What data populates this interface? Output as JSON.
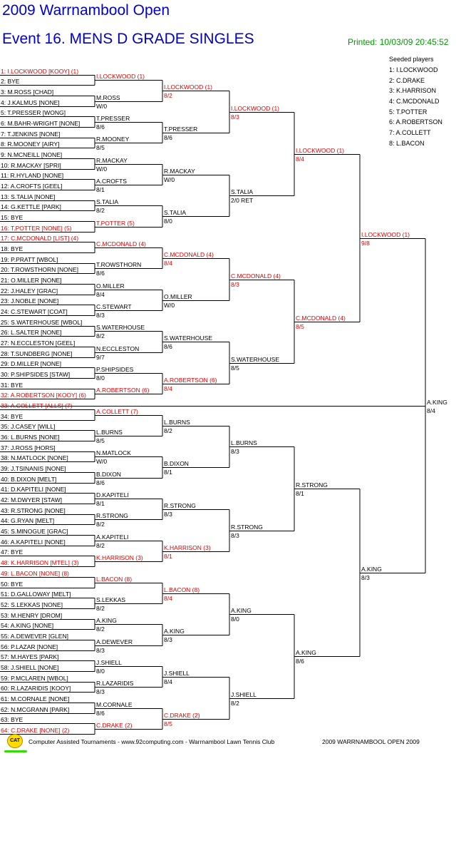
{
  "header": {
    "title": "2009 Warrnambool Open",
    "event": "Event 16. MENS D GRADE SINGLES",
    "printed": "Printed: 10/03/09 20:45:52"
  },
  "seeded": {
    "title": "Seeded players",
    "items": [
      "1: I.LOCKWOOD",
      "2: C.DRAKE",
      "3: K.HARRISON",
      "4: C.MCDONALD",
      "5: T.POTTER",
      "6: A.ROBERTSON",
      "7: A.COLLETT",
      "8: L.BACON"
    ]
  },
  "colors": {
    "title": "#0000cc",
    "seed": "#dd0000",
    "printed": "#009900",
    "line": "#000000"
  },
  "draw": [
    {
      "label": "1: I.LOCKWOOD [KOOY] (1)",
      "seed": true
    },
    {
      "label": "2: BYE",
      "seed": false
    },
    {
      "label": "3: M.ROSS [CHAD]",
      "seed": false
    },
    {
      "label": "4: J.KALMUS [NONE]",
      "seed": false
    },
    {
      "label": "5: T.PRESSER [WONG]",
      "seed": false
    },
    {
      "label": "6: M.BAHR-WRIGHT [NONE]",
      "seed": false
    },
    {
      "label": "7: T.JENKINS [NONE]",
      "seed": false
    },
    {
      "label": "8: R.MOONEY [AIRY]",
      "seed": false
    },
    {
      "label": "9: N.MCNEILL [NONE]",
      "seed": false
    },
    {
      "label": "10: R.MACKAY [SPRI]",
      "seed": false
    },
    {
      "label": "11: R.HYLAND [NONE]",
      "seed": false
    },
    {
      "label": "12: A.CROFTS [GEEL]",
      "seed": false
    },
    {
      "label": "13: S.TALIA [NONE]",
      "seed": false
    },
    {
      "label": "14: G.KETTLE [PARK]",
      "seed": false
    },
    {
      "label": "15: BYE",
      "seed": false
    },
    {
      "label": "16: T.POTTER [NONE] (5)",
      "seed": true
    },
    {
      "label": "17: C.MCDONALD [LIST] (4)",
      "seed": true
    },
    {
      "label": "18: BYE",
      "seed": false
    },
    {
      "label": "19: P.PRATT [WBOL]",
      "seed": false
    },
    {
      "label": "20: T.ROWSTHORN [NONE]",
      "seed": false
    },
    {
      "label": "21: O.MILLER [NONE]",
      "seed": false
    },
    {
      "label": "22: J.HALEY [GRAC]",
      "seed": false
    },
    {
      "label": "23: J.NOBLE [NONE]",
      "seed": false
    },
    {
      "label": "24: C.STEWART [COAT]",
      "seed": false
    },
    {
      "label": "25: S.WATERHOUSE [WBOL]",
      "seed": false
    },
    {
      "label": "26: L.SALTER [NONE]",
      "seed": false
    },
    {
      "label": "27: N.ECCLESTON [GEEL]",
      "seed": false
    },
    {
      "label": "28: T.SUNDBERG [NONE]",
      "seed": false
    },
    {
      "label": "29: D.MILLER [NONE]",
      "seed": false
    },
    {
      "label": "30: P.SHIPSIDES [STAW]",
      "seed": false
    },
    {
      "label": "31: BYE",
      "seed": false
    },
    {
      "label": "32: A.ROBERTSON [KOOY] (6)",
      "seed": true
    },
    {
      "label": "33: A.COLLETT [ALLS] (7)",
      "seed": true
    },
    {
      "label": "34: BYE",
      "seed": false
    },
    {
      "label": "35: J.CASEY [WILL]",
      "seed": false
    },
    {
      "label": "36: L.BURNS [NONE]",
      "seed": false
    },
    {
      "label": "37: J.ROSS [HORS]",
      "seed": false
    },
    {
      "label": "38: N.MATLOCK [NONE]",
      "seed": false
    },
    {
      "label": "39: J.TSINANIS [NONE]",
      "seed": false
    },
    {
      "label": "40: B.DIXON [MELT]",
      "seed": false
    },
    {
      "label": "41: D.KAPITELI [NONE]",
      "seed": false
    },
    {
      "label": "42: M.DWYER [STAW]",
      "seed": false
    },
    {
      "label": "43: R.STRONG [NONE]",
      "seed": false
    },
    {
      "label": "44: G.RYAN [MELT]",
      "seed": false
    },
    {
      "label": "45: S.MINOGUE [GRAC]",
      "seed": false
    },
    {
      "label": "46: A.KAPITELI [NONE]",
      "seed": false
    },
    {
      "label": "47: BYE",
      "seed": false
    },
    {
      "label": "48: K.HARRISON [MTEL] (3)",
      "seed": true
    },
    {
      "label": "49: L.BACON [NONE] (8)",
      "seed": true
    },
    {
      "label": "50: BYE",
      "seed": false
    },
    {
      "label": "51: D.GALLOWAY [MELT]",
      "seed": false
    },
    {
      "label": "52: S.LEKKAS [NONE]",
      "seed": false
    },
    {
      "label": "53: M.HENRY [DROM]",
      "seed": false
    },
    {
      "label": "54: A.KING [NONE]",
      "seed": false
    },
    {
      "label": "55: A.DEWEVER [GLEN]",
      "seed": false
    },
    {
      "label": "56: P.LAZAR [NONE]",
      "seed": false
    },
    {
      "label": "57: M.HAYES [PARK]",
      "seed": false
    },
    {
      "label": "58: J.SHIELL [NONE]",
      "seed": false
    },
    {
      "label": "59: P.MCLAREN [WBOL]",
      "seed": false
    },
    {
      "label": "60: R.LAZARIDIS [KOOY]",
      "seed": false
    },
    {
      "label": "61: M.CORNALE [NONE]",
      "seed": false
    },
    {
      "label": "62: N.MCGRANN [PARK]",
      "seed": false
    },
    {
      "label": "63: BYE",
      "seed": false
    },
    {
      "label": "64: C.DRAKE [NONE] (2)",
      "seed": true
    }
  ],
  "rounds": [
    [
      {
        "name": "I.LOCKWOOD (1)",
        "score": "",
        "seed": true
      },
      {
        "name": "M.ROSS",
        "score": "W/0",
        "seed": false
      },
      {
        "name": "T.PRESSER",
        "score": "8/6",
        "seed": false
      },
      {
        "name": "R.MOONEY",
        "score": "8/5",
        "seed": false
      },
      {
        "name": "R.MACKAY",
        "score": "W/0",
        "seed": false
      },
      {
        "name": "A.CROFTS",
        "score": "8/1",
        "seed": false
      },
      {
        "name": "S.TALIA",
        "score": "8/2",
        "seed": false
      },
      {
        "name": "T.POTTER (5)",
        "score": "",
        "seed": true
      },
      {
        "name": "C.MCDONALD (4)",
        "score": "",
        "seed": true
      },
      {
        "name": "T.ROWSTHORN",
        "score": "8/6",
        "seed": false
      },
      {
        "name": "O.MILLER",
        "score": "8/4",
        "seed": false
      },
      {
        "name": "C.STEWART",
        "score": "8/3",
        "seed": false
      },
      {
        "name": "S.WATERHOUSE",
        "score": "8/2",
        "seed": false
      },
      {
        "name": "N.ECCLESTON",
        "score": "9/7",
        "seed": false
      },
      {
        "name": "P.SHIPSIDES",
        "score": "8/0",
        "seed": false
      },
      {
        "name": "A.ROBERTSON (6)",
        "score": "",
        "seed": true
      },
      {
        "name": "A.COLLETT (7)",
        "score": "",
        "seed": true
      },
      {
        "name": "L.BURNS",
        "score": "8/5",
        "seed": false
      },
      {
        "name": "N.MATLOCK",
        "score": "W/0",
        "seed": false
      },
      {
        "name": "B.DIXON",
        "score": "8/6",
        "seed": false
      },
      {
        "name": "D.KAPITELI",
        "score": "8/1",
        "seed": false
      },
      {
        "name": "R.STRONG",
        "score": "8/2",
        "seed": false
      },
      {
        "name": "A.KAPITELI",
        "score": "8/2",
        "seed": false
      },
      {
        "name": "K.HARRISON (3)",
        "score": "",
        "seed": true
      },
      {
        "name": "L.BACON (8)",
        "score": "",
        "seed": true
      },
      {
        "name": "S.LEKKAS",
        "score": "8/2",
        "seed": false
      },
      {
        "name": "A.KING",
        "score": "8/2",
        "seed": false
      },
      {
        "name": "A.DEWEVER",
        "score": "8/3",
        "seed": false
      },
      {
        "name": "J.SHIELL",
        "score": "8/0",
        "seed": false
      },
      {
        "name": "R.LAZARIDIS",
        "score": "8/3",
        "seed": false
      },
      {
        "name": "M.CORNALE",
        "score": "8/6",
        "seed": false
      },
      {
        "name": "C.DRAKE (2)",
        "score": "",
        "seed": true
      }
    ],
    [
      {
        "name": "I.LOCKWOOD (1)",
        "score": "8/2",
        "seed": true
      },
      {
        "name": "T.PRESSER",
        "score": "8/6",
        "seed": false
      },
      {
        "name": "R.MACKAY",
        "score": "W/0",
        "seed": false
      },
      {
        "name": "S.TALIA",
        "score": "8/0",
        "seed": false
      },
      {
        "name": "C.MCDONALD (4)",
        "score": "8/4",
        "seed": true
      },
      {
        "name": "O.MILLER",
        "score": "W/0",
        "seed": false
      },
      {
        "name": "S.WATERHOUSE",
        "score": "8/6",
        "seed": false
      },
      {
        "name": "A.ROBERTSON (6)",
        "score": "8/4",
        "seed": true
      },
      {
        "name": "L.BURNS",
        "score": "8/2",
        "seed": false
      },
      {
        "name": "B.DIXON",
        "score": "8/1",
        "seed": false
      },
      {
        "name": "R.STRONG",
        "score": "8/3",
        "seed": false
      },
      {
        "name": "K.HARRISON (3)",
        "score": "8/1",
        "seed": true
      },
      {
        "name": "L.BACON (8)",
        "score": "8/4",
        "seed": true
      },
      {
        "name": "A.KING",
        "score": "8/3",
        "seed": false
      },
      {
        "name": "J.SHIELL",
        "score": "8/4",
        "seed": false
      },
      {
        "name": "C.DRAKE (2)",
        "score": "8/5",
        "seed": true
      }
    ],
    [
      {
        "name": "I.LOCKWOOD (1)",
        "score": "8/3",
        "seed": true
      },
      {
        "name": "S.TALIA",
        "score": "2/0 RET",
        "seed": false
      },
      {
        "name": "C.MCDONALD (4)",
        "score": "8/3",
        "seed": true
      },
      {
        "name": "S.WATERHOUSE",
        "score": "8/5",
        "seed": false
      },
      {
        "name": "L.BURNS",
        "score": "8/3",
        "seed": false
      },
      {
        "name": "R.STRONG",
        "score": "8/3",
        "seed": false
      },
      {
        "name": "A.KING",
        "score": "8/0",
        "seed": false
      },
      {
        "name": "J.SHIELL",
        "score": "8/2",
        "seed": false
      }
    ],
    [
      {
        "name": "I.LOCKWOOD (1)",
        "score": "8/4",
        "seed": true
      },
      {
        "name": "C.MCDONALD (4)",
        "score": "8/5",
        "seed": true
      },
      {
        "name": "R.STRONG",
        "score": "8/1",
        "seed": false
      },
      {
        "name": "A.KING",
        "score": "8/6",
        "seed": false
      }
    ],
    [
      {
        "name": "I.LOCKWOOD (1)",
        "score": "9/8",
        "seed": true
      },
      {
        "name": "A.KING",
        "score": "8/3",
        "seed": false
      }
    ],
    [
      {
        "name": "A.KING",
        "score": "8/4",
        "seed": false
      }
    ]
  ],
  "footer": {
    "logo": "CAT",
    "credit": "Computer Assisted Tournaments - www.92computing.com -  Warrnambool Lawn Tennis Club",
    "event_name": "2009 WARRNAMBOOL OPEN 2009"
  }
}
